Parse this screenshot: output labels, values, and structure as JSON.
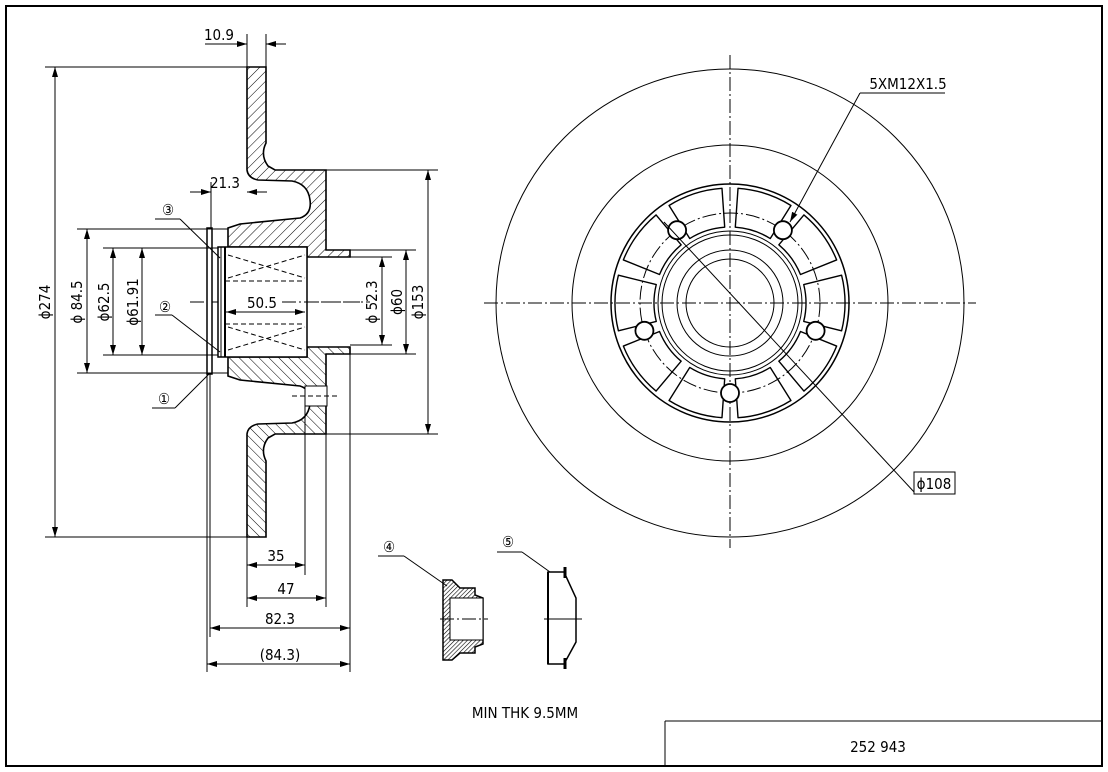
{
  "drawing": {
    "part_number": "252 943",
    "note": "MIN THK 9.5MM",
    "dimensions": {
      "plate_thickness": "10.9",
      "hub_offset": "21.3",
      "bearing_width": "50.5",
      "outer_diameter": "ϕ274",
      "d_84_5": "ϕ 84.5",
      "d_62_5": "ϕ62.5",
      "d_61_91": "ϕ61.91",
      "d_52_3": "ϕ 52.3",
      "d_60": "ϕ60",
      "d_153": "ϕ153",
      "len_35": "35",
      "len_47": "47",
      "len_82_3": "82.3",
      "len_84_3": "(84.3)"
    },
    "callouts": {
      "c1": "①",
      "c2": "②",
      "c3": "③",
      "c4": "④",
      "c5": "⑤"
    },
    "front_view": {
      "thread_spec": "5XM12X1.5",
      "bolt_circle": "ϕ108"
    }
  }
}
